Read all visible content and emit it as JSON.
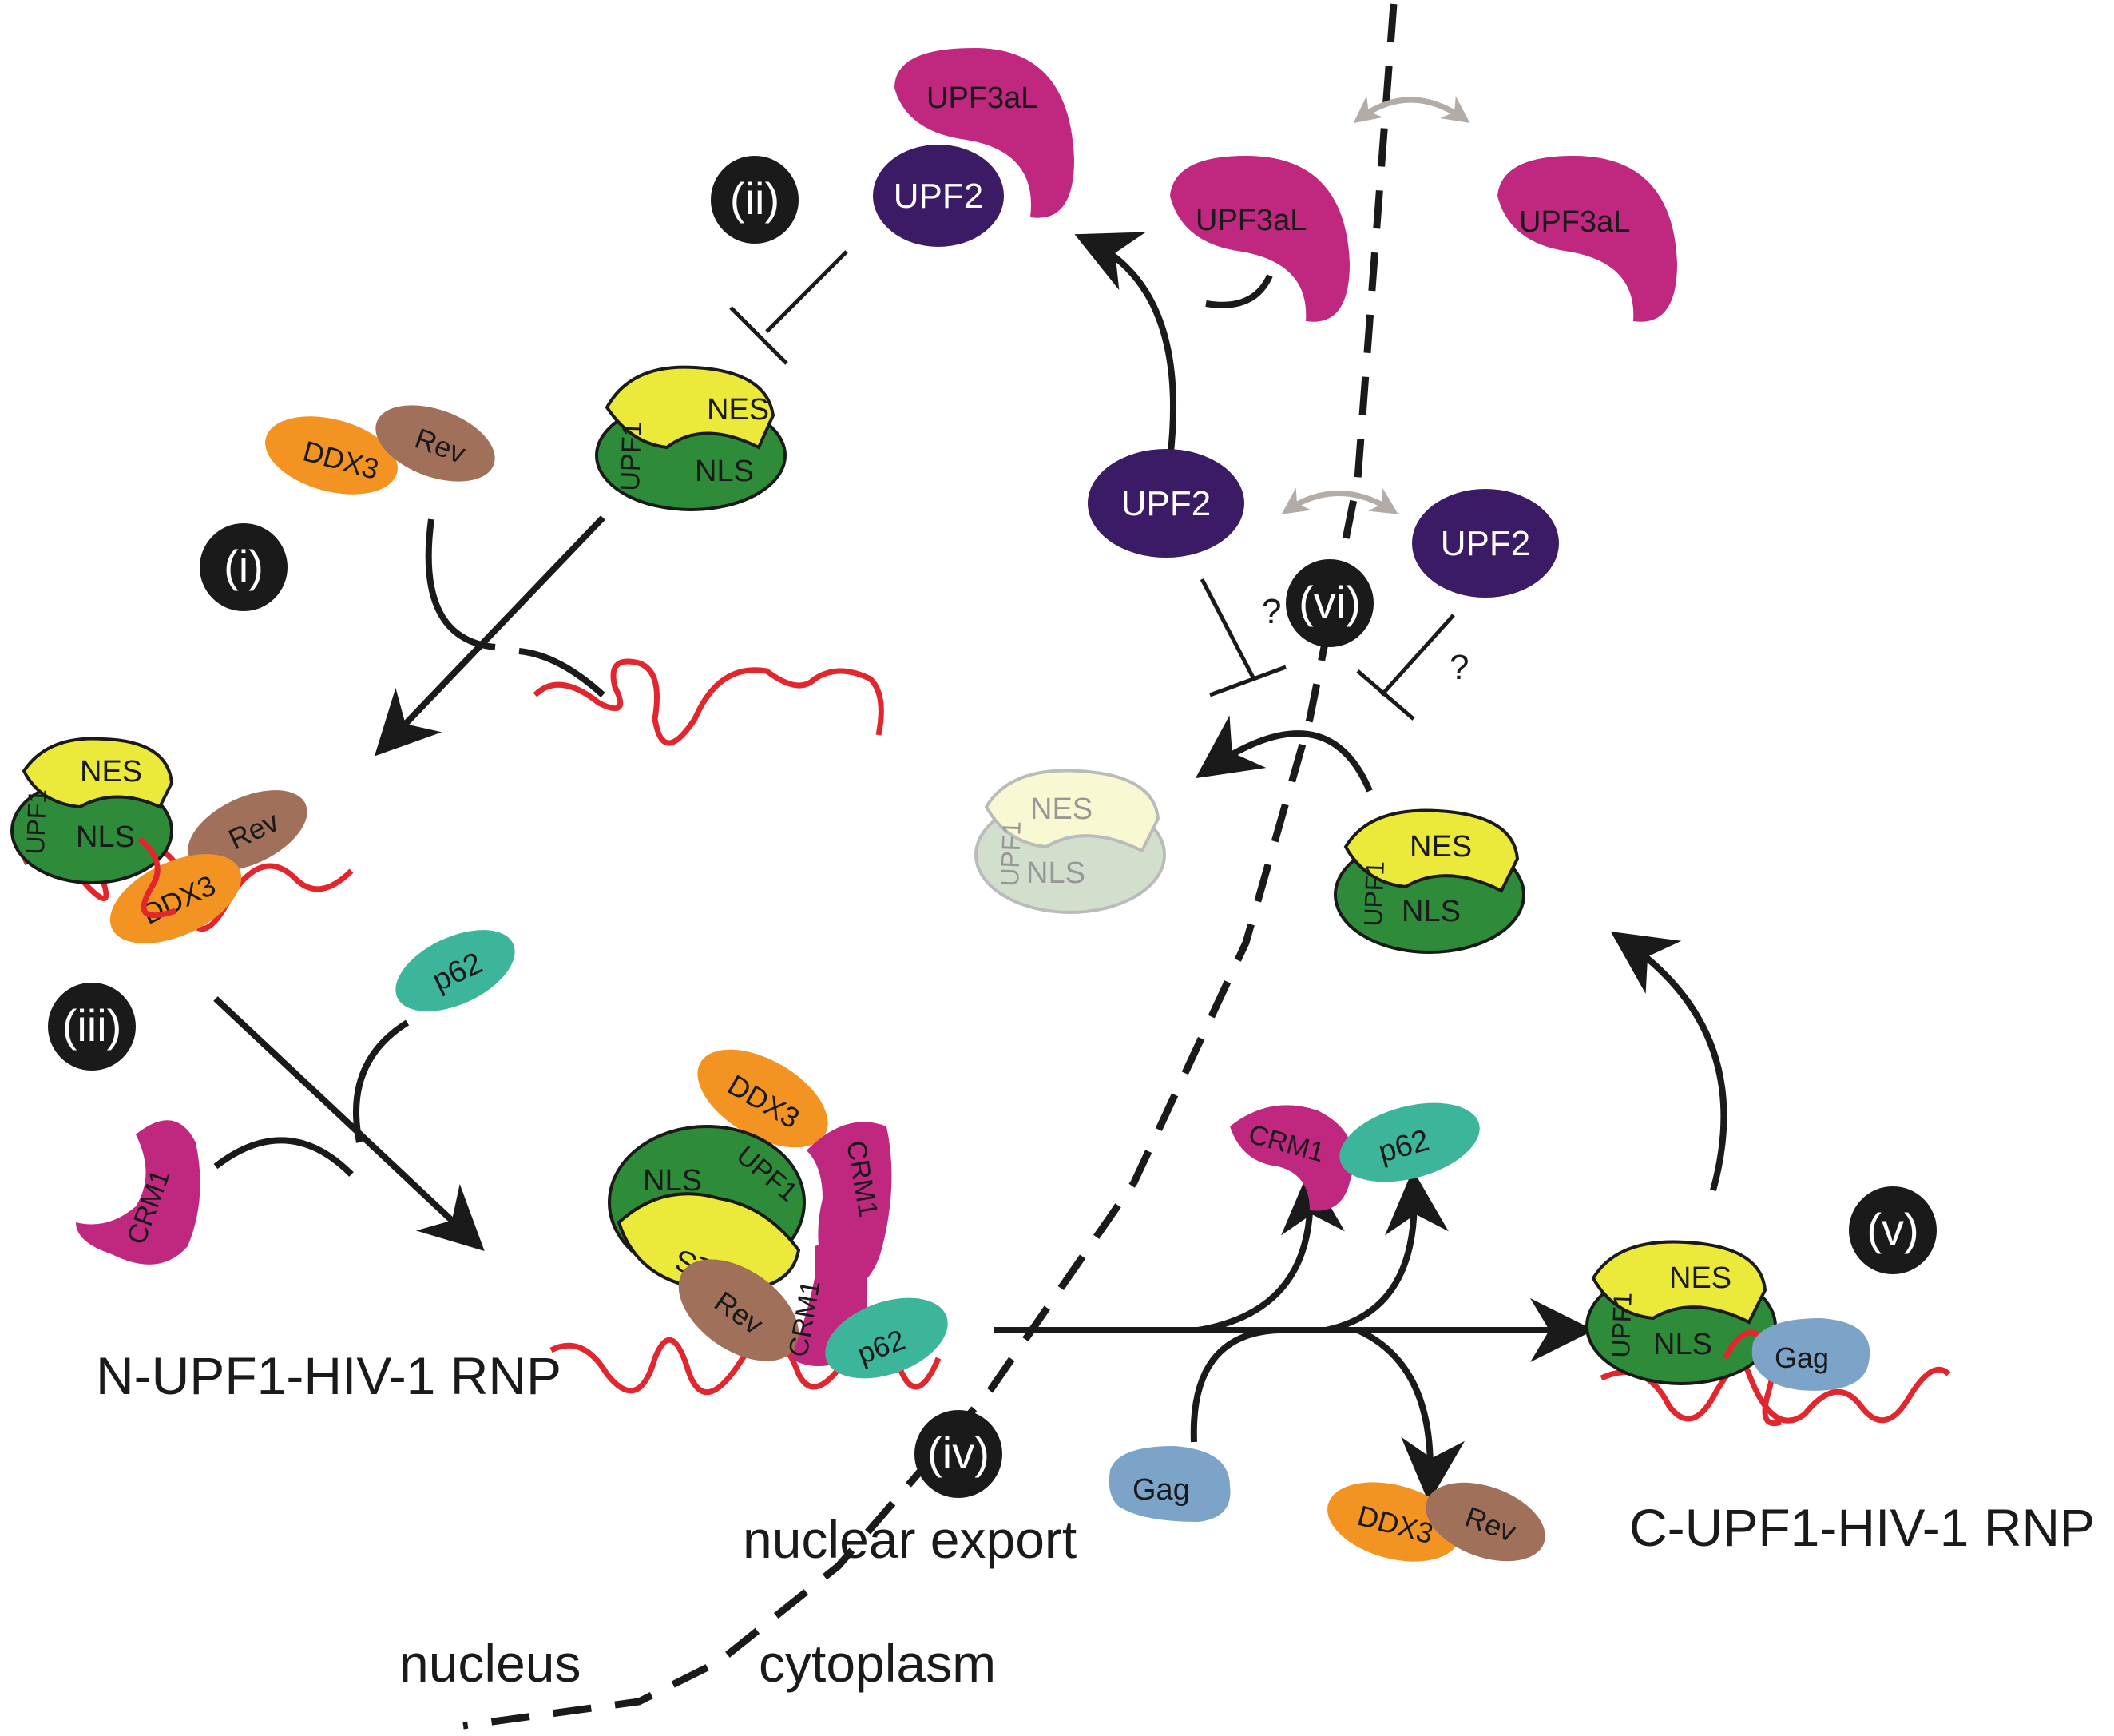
{
  "colors": {
    "upf3": "#c0287f",
    "upf2": "#3b1a66",
    "nes": "#ebe93a",
    "nls": "#2e8b3a",
    "ddx3": "#f39322",
    "rev": "#a0705a",
    "p62": "#3db59a",
    "crm1": "#c0287f",
    "gag": "#7ca4c8",
    "rna": "#e2262e",
    "arrow": "#1a1a1a",
    "grey_arrow": "#b3aca6"
  },
  "labels": {
    "upf3": "UPF3aL",
    "upf2": "UPF2",
    "upf1": "UPF1",
    "nes": "NES",
    "nls": "NLS",
    "ddx3": "DDX3",
    "rev": "Rev",
    "p62": "p62",
    "crm1": "CRM1",
    "gag": "Gag",
    "question": "?"
  },
  "steps": [
    "(i)",
    "(ii)",
    "(iii)",
    "(iv)",
    "(v)",
    "(vi)"
  ],
  "captions": {
    "n_rnp": "N-UPF1-HIV-1 RNP",
    "c_rnp": "C-UPF1-HIV-1 RNP",
    "nuclear_export": "nuclear export",
    "nucleus": "nucleus",
    "cytoplasm": "cytoplasm"
  }
}
